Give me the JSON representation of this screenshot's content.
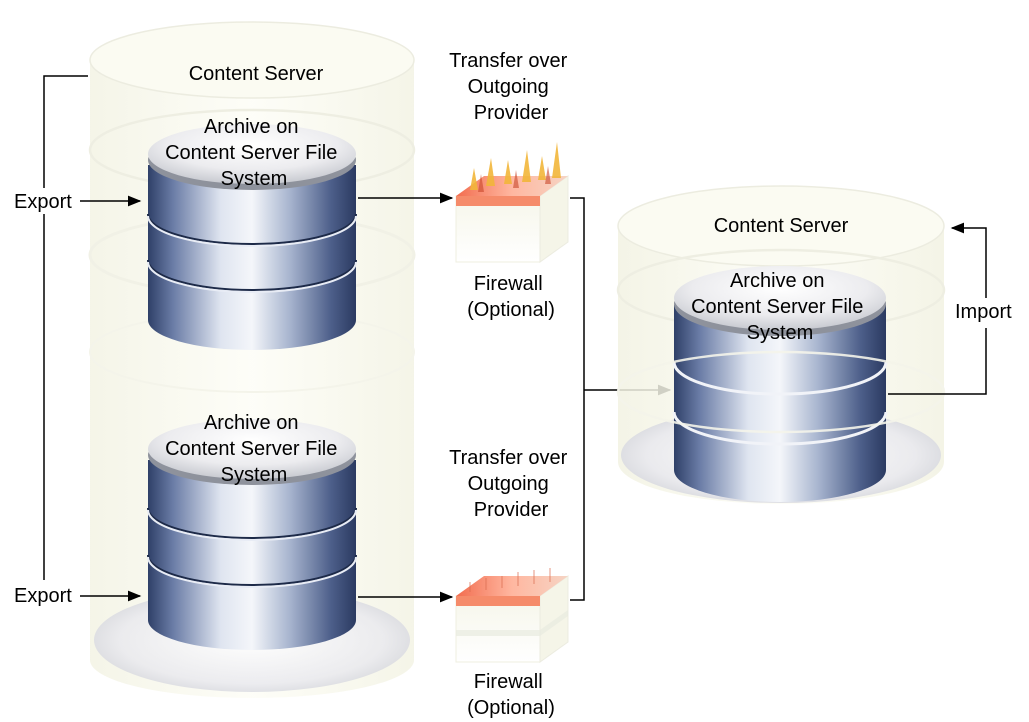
{
  "left_server": {
    "title": "Content Server",
    "archive_top_lines": [
      "Archive on",
      "Content Server File",
      "System"
    ],
    "archive_bottom_lines": [
      "Archive on",
      "Content Server File",
      "System"
    ],
    "export_top_label": "Export",
    "export_bottom_label": "Export"
  },
  "transfer_top": {
    "caption_lines": [
      "Transfer over",
      "Outgoing",
      "Provider"
    ],
    "firewall_lines": [
      "Firewall",
      "(Optional)"
    ]
  },
  "transfer_bottom": {
    "caption_lines": [
      "Transfer over",
      "Outgoing",
      "Provider"
    ],
    "firewall_lines": [
      "Firewall",
      "(Optional)"
    ]
  },
  "right_server": {
    "title": "Content Server",
    "archive_lines": [
      "Archive on",
      "Content Server File",
      "System"
    ],
    "import_label": "Import"
  },
  "colors": {
    "server_fill": "#fbfbf0",
    "server_edge": "#e6e6d2",
    "db_dark": "#2e3f66",
    "db_light": "#eef1f7",
    "firewall_glow": "#f07a58",
    "arrow": "#000000"
  }
}
